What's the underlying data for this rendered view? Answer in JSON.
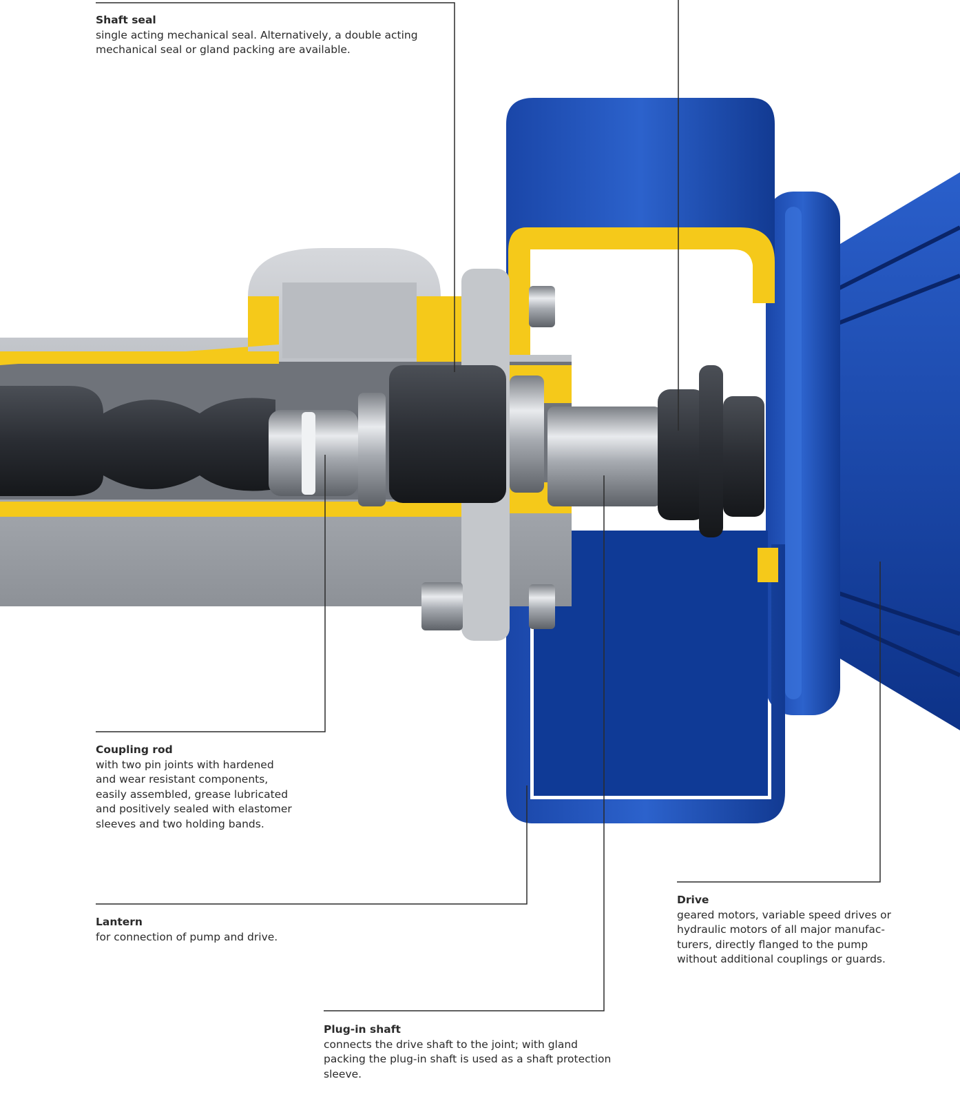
{
  "callouts": {
    "shaft_seal": {
      "title": "Shaft seal",
      "lines": [
        "single acting mechanical seal. Alternatively, a double acting",
        "mechanical seal or gland packing are available."
      ]
    },
    "coupling_rod": {
      "title": "Coupling rod",
      "lines": [
        "with two pin joints with hardened",
        "and wear resistant components,",
        "easily assembled, grease lubricated",
        "and positively sealed with elastomer",
        "sleeves and two holding bands."
      ]
    },
    "lantern": {
      "title": "Lantern",
      "lines": [
        "for connection of pump and drive."
      ]
    },
    "drive": {
      "title": "Drive",
      "lines": [
        "geared motors, variable speed drives or",
        "hydraulic motors of all major manufac-",
        "turers, directly flanged to the pump",
        "without additional couplings or guards."
      ]
    },
    "plugin_shaft": {
      "title": "Plug-in shaft",
      "lines": [
        "connects the drive shaft to the joint; with gland",
        "packing the plug-in shaft is used as a shaft protection",
        "sleeve."
      ]
    }
  },
  "colors": {
    "housing_blue": "#1e4fb4",
    "housing_blue_dark": "#0b2f86",
    "cut_yellow": "#f5c91a",
    "metal_grey": "#b7bbc1",
    "rubber_dark": "#2b2e33",
    "leader_line": "#2a2a2a"
  }
}
